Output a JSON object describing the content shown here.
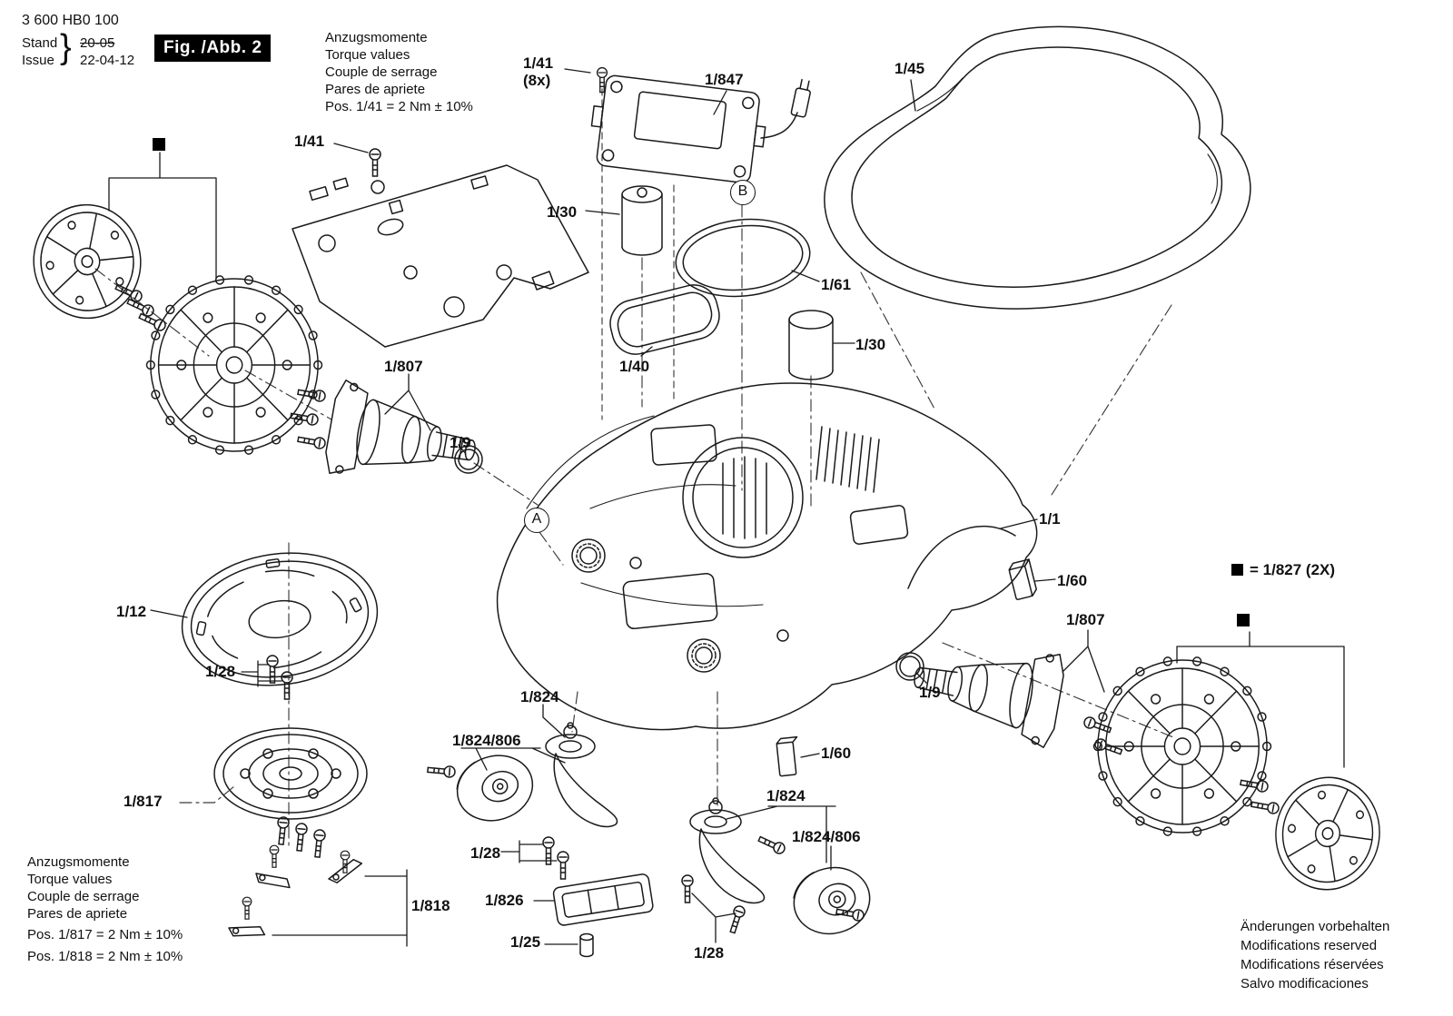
{
  "doc": {
    "part_number": "3 600 HB0 100",
    "stand_label": "Stand",
    "stand_value": "20-05",
    "issue_label": "Issue",
    "issue_value": "22-04-12",
    "brace": "}",
    "figure_badge": "Fig. /Abb. 2"
  },
  "torque_top": {
    "l1": "Anzugsmomente",
    "l2": "Torque values",
    "l3": "Couple de serrage",
    "l4": "Pares de apriete",
    "l5": "Pos.  1/41 = 2 Nm ± 10%"
  },
  "torque_bottom": {
    "l1": "Anzugsmomente",
    "l2": "Torque values",
    "l3": "Couple de serrage",
    "l4": "Pares de apriete",
    "l5": "Pos. 1/817 = 2 Nm ± 10%",
    "l6": "Pos. 1/818 = 2 Nm ± 10%"
  },
  "footer": {
    "l1": "Änderungen vorbehalten",
    "l2": "Modifications reserved",
    "l3": "Modifications réservées",
    "l4": "Salvo modificaciones"
  },
  "legend": {
    "text": "= 1/827 (2X)"
  },
  "callouts": {
    "a": "A",
    "b": "B"
  },
  "labels": {
    "l41_8x": "1/41",
    "l41_8x_sub": "(8x)",
    "l847": "1/847",
    "l45": "1/45",
    "l41": "1/41",
    "l30a": "1/30",
    "l61": "1/61",
    "l30b": "1/30",
    "l40": "1/40",
    "l807a": "1/807",
    "l9a": "1/9",
    "l1_1": "1/1",
    "l60a": "1/60",
    "l12": "1/12",
    "l807b": "1/807",
    "l9b": "1/9",
    "l28a": "1/28",
    "l824a": "1/824",
    "l824_806a": "1/824/806",
    "l60b": "1/60",
    "l817": "1/817",
    "l824b": "1/824",
    "l824_806b": "1/824/806",
    "l28b": "1/28",
    "l818": "1/818",
    "l826": "1/826",
    "l25": "1/25",
    "l28c": "1/28"
  }
}
